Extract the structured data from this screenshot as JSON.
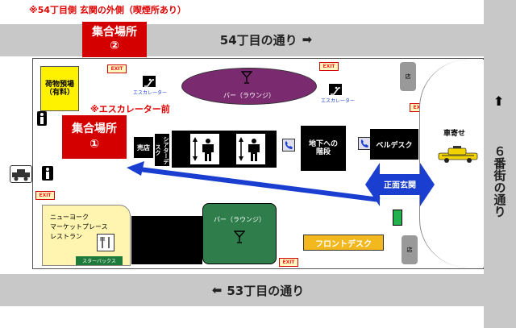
{
  "header": {
    "smoking_note": "※54丁目側 玄関の外側（喫煙所あり）"
  },
  "streets": {
    "north": "54丁目の通り",
    "south": "53丁目の通り",
    "east": "６番街の通り"
  },
  "labels": {
    "meeting_point_2_title": "集合場所",
    "meeting_point_2_num": "②",
    "meeting_point_1_title": "集合場所",
    "meeting_point_1_num": "①",
    "escalator_note": "※エスカレーター前",
    "luggage": "荷物預場\n（有料）",
    "escalator_left": "エスカレーター",
    "escalator_right": "エスカレーター",
    "bar_lounge_top": "バー（ラウンジ）",
    "bar_lounge_bottom": "バー（ラウンジ）",
    "shop_top": "店",
    "shop_bottom": "店",
    "kiosk": "売店",
    "theater_desk": "シアターデスク",
    "stairs_down": "地下への\n階段",
    "bell_desk": "ベルデスク",
    "main_entrance": "正面玄関",
    "car_drop": "車寄せ",
    "restaurant": "ニューヨーク\nマーケットプレース\nレストラン",
    "starbucks": "スターバックス",
    "front_desk": "フロントデスク",
    "exit": "EXIT"
  },
  "icons": {
    "martini": "martini-glass-icon",
    "escalator": "escalator-icon",
    "elevator": "elevator-icon",
    "telephone": "telephone-icon",
    "taxi": "taxi-icon",
    "restroom": "restroom-icon",
    "fork_knife": "fork-knife-icon",
    "wheelchair": "wheelchair-taxi-icon"
  },
  "colors": {
    "meeting_red": "#d40000",
    "bar_purple": "#7a2a6e",
    "lounge_green": "#2e7d4a",
    "front_desk_yellow": "#f2b81e",
    "arrow_blue": "#1a3fd0",
    "restaurant_yellow": "#fff5b0",
    "street_gray": "#c8c8c8"
  }
}
